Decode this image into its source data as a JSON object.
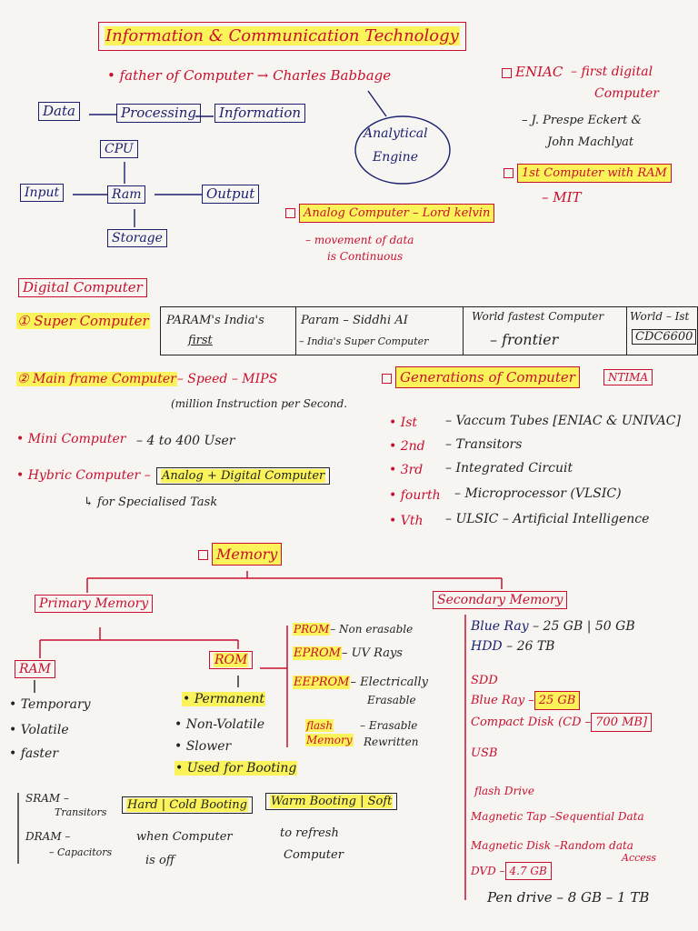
{
  "title": "Information & Communication Technology",
  "father": "• father of Computer → Charles Babbage",
  "analytical": [
    "Analytical",
    "Engine"
  ],
  "eniac": {
    "label": "ENIAC",
    "desc1": "– first digital",
    "desc2": "Computer",
    "inventors1": "– J. Prespe Eckert &",
    "inventors2": "John Machlyat"
  },
  "ram_first": {
    "label": "1st Computer with RAM",
    "by": "– MIT"
  },
  "flow": {
    "data": "Data",
    "processing": "Processing",
    "information": "Information",
    "cpu": "CPU",
    "input": "Input",
    "ram": "Ram",
    "output": "Output",
    "storage": "Storage"
  },
  "analog": {
    "label": "Analog Computer – Lord kelvin",
    "n1": "– movement of data",
    "n2": "is Continuous"
  },
  "digital": {
    "heading": "Digital Computer"
  },
  "super": {
    "label": "① Super Computer",
    "c1a": "PARAM's India's",
    "c1b": "first",
    "c2a": "Param – Siddhi AI",
    "c2b": "– India's Super Computer",
    "c3a": "World fastest Computer",
    "c3b": "– frontier",
    "c4a": "World – Ist",
    "c4b": "CDC6600"
  },
  "mainframe": {
    "label": "② Main frame Computer",
    "speed": "– Speed – MIPS",
    "mips": "(million Instruction per Second."
  },
  "mini": {
    "label": "• Mini Computer",
    "users": "– 4 to 400 User"
  },
  "hybrid": {
    "label": "• Hybric Computer –",
    "box": "Analog + Digital Computer",
    "note": "↳ for Specialised Task"
  },
  "generations": {
    "heading": "Generations of Computer",
    "abbr": "NTIMA",
    "items": [
      {
        "num": "• Ist",
        "desc": "– Vaccum Tubes [ENIAC & UNIVAC]"
      },
      {
        "num": "• 2nd",
        "desc": "– Transitors"
      },
      {
        "num": "• 3rd",
        "desc": "– Integrated Circuit"
      },
      {
        "num": "• fourth",
        "desc": "– Microprocessor (VLSIC)"
      },
      {
        "num": "• Vth",
        "desc": "– ULSIC – Artificial Intelligence"
      }
    ]
  },
  "memory": {
    "heading": "Memory",
    "primary": "Primary Memory",
    "secondary": "Secondary Memory",
    "ram": "RAM",
    "rom": "ROM",
    "ram_props": [
      "• Temporary",
      "• Volatile",
      "• faster"
    ],
    "rom_props": [
      "• Permanent",
      "• Non-Volatile",
      "• Slower",
      "• Used for Booting"
    ],
    "sram": "SRAM –",
    "sram2": "Transitors",
    "dram": "DRAM –",
    "dram2": "– Capacitors",
    "hard": "Hard | Cold Booting",
    "hard_note1": "when Computer",
    "hard_note2": "is off",
    "warm": "Warm Booting | Soft",
    "warm_note1": "to refresh",
    "warm_note2": "Computer",
    "proms": [
      {
        "name": "PROM",
        "desc": "– Non erasable"
      },
      {
        "name": "EPROM",
        "desc": "– UV Rays"
      },
      {
        "name": "EEPROM",
        "desc": "– Electrically",
        "desc2": "Erasable"
      },
      {
        "name": "flash",
        "name2": "Memory",
        "desc": "– Erasable",
        "desc2": "Rewritten"
      }
    ],
    "sec_items": [
      {
        "name": "Blue Ray",
        "val": "– 25 GB | 50 GB"
      },
      {
        "name": "HDD",
        "val": "– 26 TB"
      },
      {
        "name": "SDD",
        "val": ""
      },
      {
        "name": "Blue Ray –",
        "val": "25 GB"
      },
      {
        "name": "Compact Disk (CD –",
        "val": "700 MB]"
      },
      {
        "name": "USB",
        "val": ""
      },
      {
        "name": "flash Drive",
        "val": ""
      },
      {
        "name": "Magnetic Tap –",
        "val": "Sequential Data"
      },
      {
        "name": "Magnetic Disk –",
        "val": "Random data",
        "val2": "Access"
      },
      {
        "name": "DVD –",
        "val": "4.7 GB"
      },
      {
        "name": "Pen drive",
        "val": "– 8 GB – 1 TB"
      }
    ]
  }
}
